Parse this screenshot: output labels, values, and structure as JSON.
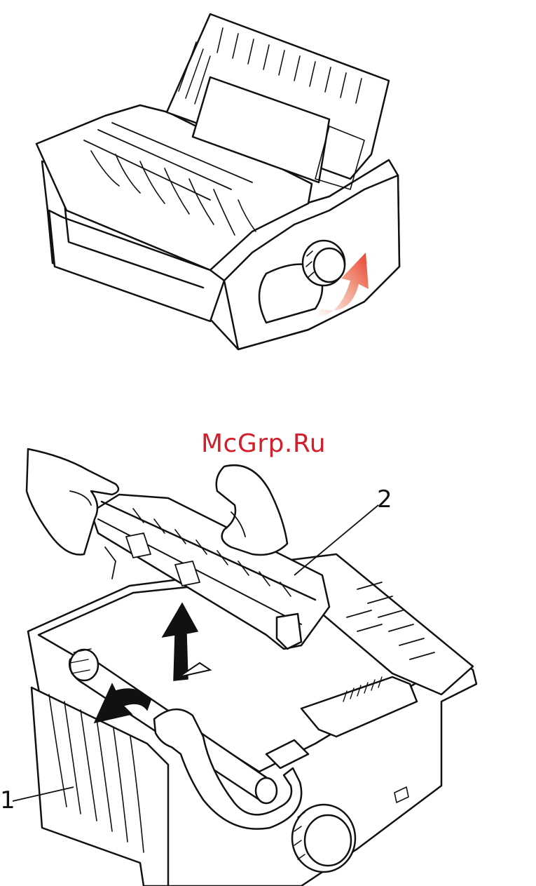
{
  "watermark": {
    "text": "McGrp.Ru",
    "color": "#d21f2b"
  },
  "callouts": {
    "one": "1",
    "two": "2"
  },
  "figures": [
    {
      "name": "printer-top-view",
      "arrow": "knob-rotation-arrow"
    },
    {
      "name": "printer-open-view",
      "arrows": [
        "lift-up-arrow",
        "pull-back-arrow"
      ]
    }
  ],
  "colors": {
    "line": "#111111",
    "arrow_gradient_from": "#ffffff",
    "arrow_gradient_to": "#e8412e"
  }
}
